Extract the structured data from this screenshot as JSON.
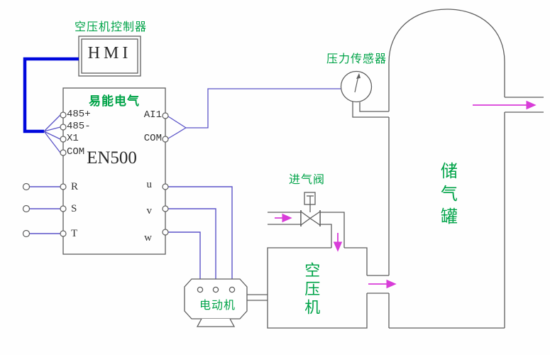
{
  "diagram": {
    "controller_caption": "空压机控制器",
    "hmi_label": "HMI",
    "inverter": {
      "brand": "易能电气",
      "model": "EN500",
      "comm_terminals": [
        "485+",
        "485-",
        "X1",
        "COM"
      ],
      "analog_in": "AI1",
      "analog_com": "COM",
      "power_input": [
        "R",
        "S",
        "T"
      ],
      "power_output": [
        "u",
        "v",
        "w"
      ]
    },
    "pressure_sensor_label": "压力传感器",
    "intake_valve_label": "进气阀",
    "tank_label": "储气罐",
    "compressor_label": "空压机",
    "motor_label": "电动机"
  },
  "colors": {
    "outline_gray": "#5f5f5f",
    "wire_thin_blue": "#5b54c8",
    "wire_thick_blue": "#0008dd",
    "flow_arrow_magenta": "#d83cd8",
    "label_green": "#00a348"
  }
}
